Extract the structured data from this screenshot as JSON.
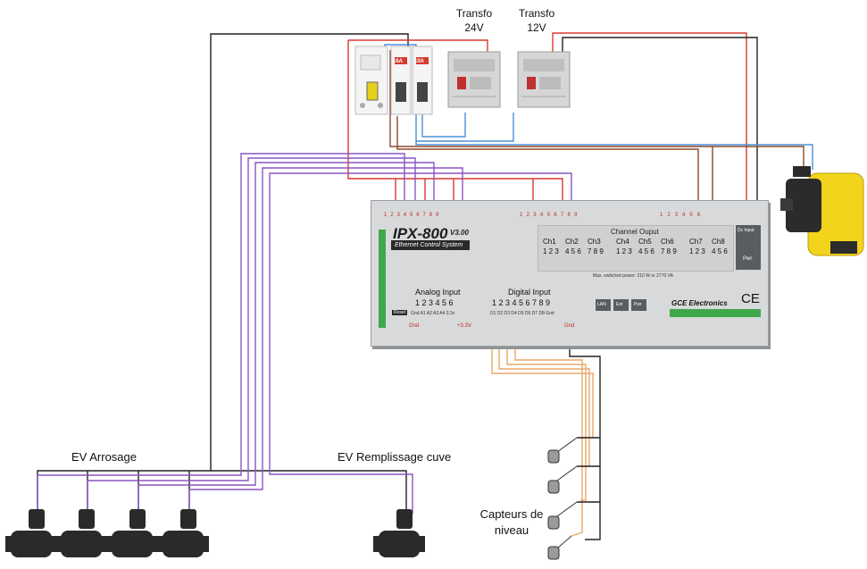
{
  "labels": {
    "transfo_24v_line1": "Transfo",
    "transfo_24v_line2": "24V",
    "transfo_12v_line1": "Transfo",
    "transfo_12v_line2": "12V",
    "ev_arrosage": "EV Arrosage",
    "ev_remplissage": "EV Remplissage cuve",
    "capteurs_line1": "Capteurs de",
    "capteurs_line2": "niveau"
  },
  "breakers": {
    "b1_rating": "16A",
    "b2_rating": "10A"
  },
  "ipx": {
    "title": "IPX-800",
    "version": "V3.00",
    "subtitle": "Ethernet Control System",
    "channel_output": "Channel Ouput",
    "channels": [
      "Ch1",
      "Ch2",
      "Ch3",
      "Ch4",
      "Ch5",
      "Ch6",
      "Ch7",
      "Ch8"
    ],
    "channel_pins": [
      "1 2 3",
      "4 5 6",
      "7 8 9",
      "1 2 3",
      "4 5 6",
      "7 8 9",
      "1 2 3",
      "4 5 6"
    ],
    "max_power": "Max. switched power: 210 W or 2770 VA",
    "dc_input": "Dc Input",
    "pwr": "Pwr",
    "analog_input": "Analog Input",
    "analog_nums": "1 2 3 4 5 6",
    "analog_pins": "Gnd A1 A2 A3 A4 3.3v",
    "reset": "Reset",
    "digital_input": "Digital Input",
    "digital_nums": "1 2 3 4 5 6 7 8 9",
    "digital_pins": "D1 D2 D3 D4 D5 D6 D7 D8 Gnd",
    "lan": "LAN",
    "ext": "Ext",
    "brand": "GCE Electronics",
    "ce": "CE",
    "gnd_left": "Gnd",
    "v33": "+3.3V",
    "gnd_right": "Gnd"
  },
  "terminals": {
    "group1": [
      "1",
      "2",
      "3",
      "4",
      "5",
      "6",
      "7",
      "8",
      "9"
    ],
    "group2": [
      "1",
      "2",
      "3",
      "4",
      "5",
      "6",
      "7",
      "8",
      "9"
    ],
    "group3": [
      "1",
      "2",
      "3",
      "4",
      "5",
      "6"
    ]
  },
  "colors": {
    "red": "#d93a2f",
    "blue": "#4a8fd8",
    "brown": "#8b4a2b",
    "black": "#222222",
    "purple": "#8a55c4",
    "orange": "#e8a86a",
    "panel_green": "#3ea84a",
    "pump_yellow": "#f2d41c"
  }
}
